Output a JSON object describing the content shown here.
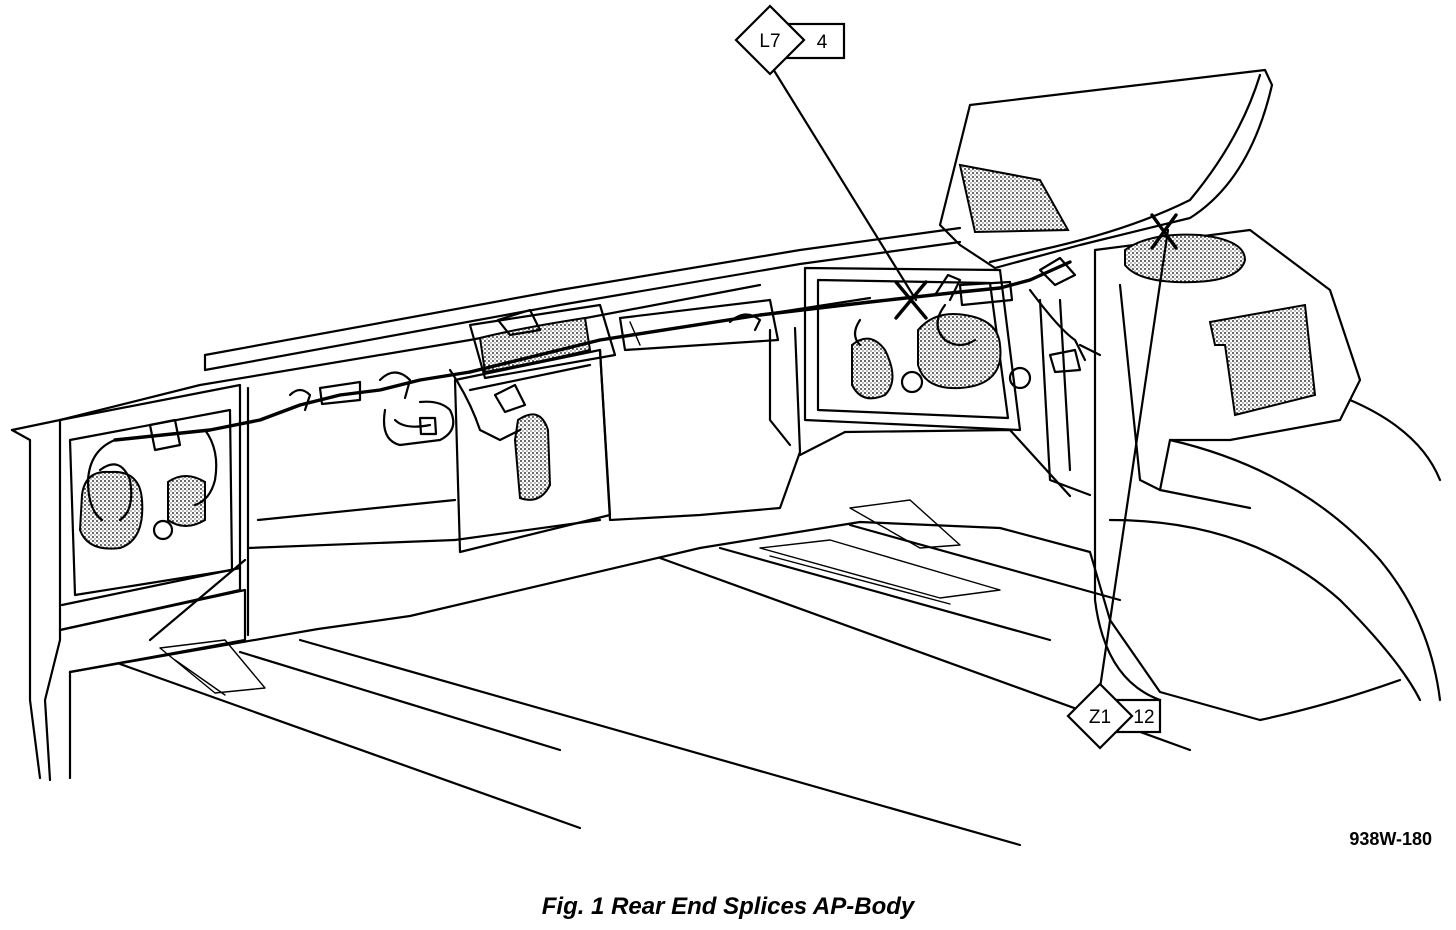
{
  "figure": {
    "caption": "Fig. 1 Rear End Splices AP-Body",
    "figure_id": "938W-180"
  },
  "callouts": [
    {
      "code": "L7",
      "number": "4"
    },
    {
      "code": "Z1",
      "number": "12"
    }
  ],
  "colors": {
    "ink": "#000000",
    "paper": "#ffffff"
  }
}
